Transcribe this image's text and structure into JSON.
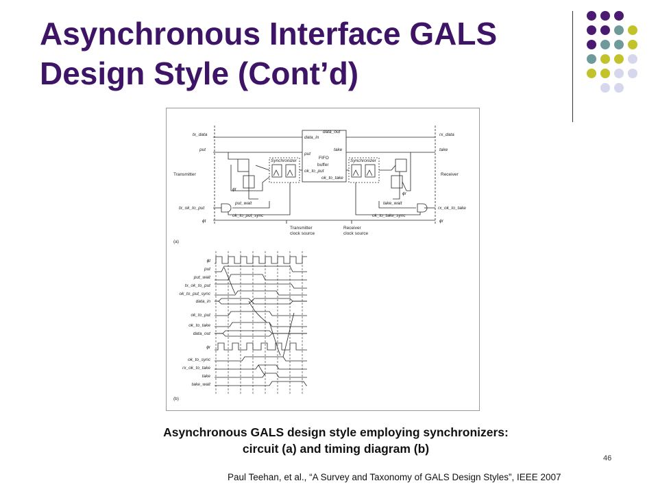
{
  "slide": {
    "title_line1": "Asynchronous Interface GALS",
    "title_line2": "Design Style (Cont’d)",
    "caption_line1": "Asynchronous GALS design style employing synchronizers:",
    "caption_line2": "circuit (a) and timing diagram (b)",
    "page_number": "46",
    "reference": "Paul Teehan, et al., “A Survey and Taxonomy of GALS Design Styles”, IEEE 2007"
  },
  "colors": {
    "title": "#3d1466",
    "dot_purple": "#4a1a70",
    "dot_teal": "#6e9a9a",
    "dot_olive": "#c2c22a",
    "dot_lavender": "#d6d6ec"
  },
  "figure": {
    "circuit": {
      "panel_label": "(a)",
      "left_signals": [
        "tx_data",
        "put",
        "Transmitter",
        "tx_ok_to_put",
        "ϕt"
      ],
      "right_signals": [
        "rx_data",
        "take",
        "Receiver",
        "rx_ok_to_take",
        "ϕr"
      ],
      "fifo_label": "FIFO\nbuffer",
      "fifo_ports": [
        "data_in",
        "data_out",
        "put",
        "take",
        "ok_to_put",
        "ok_to_take"
      ],
      "sync_left": "Synchronizer",
      "sync_right": "Synchronizer",
      "wires": [
        "put_wait",
        "ok_to_put_sync",
        "take_wait",
        "ok_to_take_sync",
        "ϕt",
        "ϕr"
      ],
      "clock_tx": "Transmitter\nclock source",
      "clock_rx": "Receiver\nclock source"
    },
    "timing": {
      "panel_label": "(b)",
      "signals": [
        "ϕt",
        "put",
        "put_wait",
        "tx_ok_to_put",
        "ok_to_put_sync",
        "data_in",
        "ok_to_put",
        "ok_to_take",
        "data_out",
        "ϕr",
        "ok_to_sync",
        "rx_ok_to_take",
        "take",
        "take_wait"
      ]
    }
  }
}
